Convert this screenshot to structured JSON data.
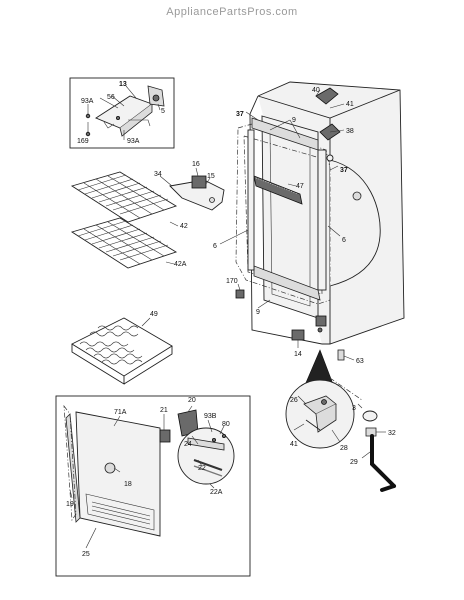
{
  "watermark": "AppliancePartsPros.com",
  "labels": {
    "p13": "13",
    "p56": "56",
    "p93A_a": "93A",
    "p93A_b": "93A",
    "p5": "5",
    "p169": "169",
    "p40": "40",
    "p41_a": "41",
    "p38": "38",
    "p37_a": "37",
    "p37_b": "37",
    "p9_a": "9",
    "p9_b": "9",
    "p16": "16",
    "p15": "15",
    "p34": "34",
    "p47": "47",
    "p6_a": "6",
    "p6_b": "6",
    "p42": "42",
    "p42A": "42A",
    "p170": "170",
    "p49": "49",
    "p14": "14",
    "p63": "63",
    "p71A": "71A",
    "p20": "20",
    "p21": "21",
    "p93B": "93B",
    "p80": "80",
    "p24": "24",
    "p22": "22",
    "p22A": "22A",
    "p18": "18",
    "p19": "19",
    "p25": "25",
    "p26": "26",
    "p3": "3",
    "p28": "28",
    "p41_b": "41",
    "p32": "32",
    "p29": "29"
  }
}
